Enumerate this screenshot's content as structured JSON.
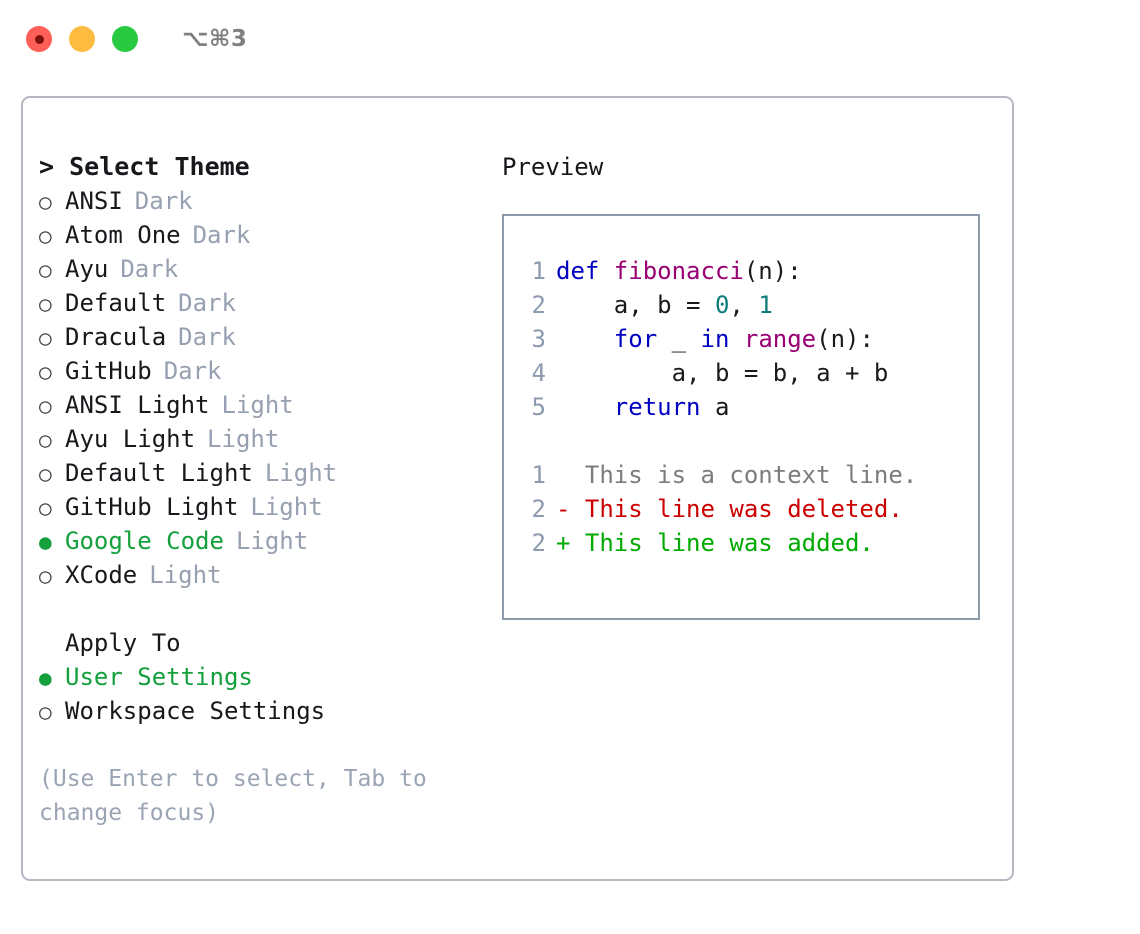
{
  "titlebar": {
    "shortcut": "⌥⌘3",
    "lights": [
      {
        "name": "close",
        "color": "#ff5f57"
      },
      {
        "name": "minimize",
        "color": "#fdbc40"
      },
      {
        "name": "zoom",
        "color": "#27ca40"
      }
    ]
  },
  "theme_list": {
    "header": "> Select Theme",
    "items": [
      {
        "marker": "○",
        "name": "ANSI",
        "variant": "Dark",
        "selected": false
      },
      {
        "marker": "○",
        "name": "Atom One",
        "variant": "Dark",
        "selected": false
      },
      {
        "marker": "○",
        "name": "Ayu",
        "variant": "Dark",
        "selected": false
      },
      {
        "marker": "○",
        "name": "Default",
        "variant": "Dark",
        "selected": false
      },
      {
        "marker": "○",
        "name": "Dracula",
        "variant": "Dark",
        "selected": false
      },
      {
        "marker": "○",
        "name": "GitHub",
        "variant": "Dark",
        "selected": false
      },
      {
        "marker": "○",
        "name": "ANSI Light",
        "variant": "Light",
        "selected": false
      },
      {
        "marker": "○",
        "name": "Ayu Light",
        "variant": "Light",
        "selected": false
      },
      {
        "marker": "○",
        "name": "Default Light",
        "variant": "Light",
        "selected": false
      },
      {
        "marker": "○",
        "name": "GitHub Light",
        "variant": "Light",
        "selected": false
      },
      {
        "marker": "●",
        "name": "Google Code",
        "variant": "Light",
        "selected": true
      },
      {
        "marker": "○",
        "name": "XCode",
        "variant": "Light",
        "selected": false
      }
    ]
  },
  "apply_to": {
    "header": "Apply To",
    "items": [
      {
        "marker": "●",
        "name": "User Settings",
        "selected": true
      },
      {
        "marker": "○",
        "name": "Workspace Settings",
        "selected": false
      }
    ]
  },
  "hint": "(Use Enter to select, Tab to\nchange focus)",
  "preview": {
    "title": "Preview",
    "code_lines": [
      {
        "no": "1",
        "tokens": [
          {
            "t": "def ",
            "c": "kw"
          },
          {
            "t": "fibonacci",
            "c": "fn"
          },
          {
            "t": "(n):",
            "c": "pl"
          }
        ]
      },
      {
        "no": "2",
        "tokens": [
          {
            "t": "    a, b = ",
            "c": "pl"
          },
          {
            "t": "0",
            "c": "num"
          },
          {
            "t": ", ",
            "c": "pl"
          },
          {
            "t": "1",
            "c": "num"
          }
        ]
      },
      {
        "no": "3",
        "tokens": [
          {
            "t": "    ",
            "c": "pl"
          },
          {
            "t": "for",
            "c": "kw"
          },
          {
            "t": " _ ",
            "c": "pl"
          },
          {
            "t": "in",
            "c": "kw"
          },
          {
            "t": " ",
            "c": "pl"
          },
          {
            "t": "range",
            "c": "fn"
          },
          {
            "t": "(n):",
            "c": "pl"
          }
        ]
      },
      {
        "no": "4",
        "tokens": [
          {
            "t": "        a, b = b, a + b",
            "c": "pl"
          }
        ]
      },
      {
        "no": "5",
        "tokens": [
          {
            "t": "    ",
            "c": "pl"
          },
          {
            "t": "return",
            "c": "kw"
          },
          {
            "t": " a",
            "c": "pl"
          }
        ]
      }
    ],
    "diff_lines": [
      {
        "no": "1",
        "kind": "ctx",
        "text": "  This is a context line."
      },
      {
        "no": "2",
        "kind": "del",
        "text": "- This line was deleted."
      },
      {
        "no": "2",
        "kind": "add",
        "text": "+ This line was added."
      }
    ]
  },
  "colors": {
    "accent_green": "#14a03c",
    "variant_tag": "#96a0b0",
    "hint": "#9aa4b4",
    "keyword": "#0000c0",
    "function": "#990073",
    "number": "#0e7c7b",
    "diff_deleted": "#cc0000",
    "diff_added": "#00aa00",
    "line_number": "#8b9aae",
    "panel_border": "#b3b8c2",
    "preview_border": "#8e9bab"
  }
}
